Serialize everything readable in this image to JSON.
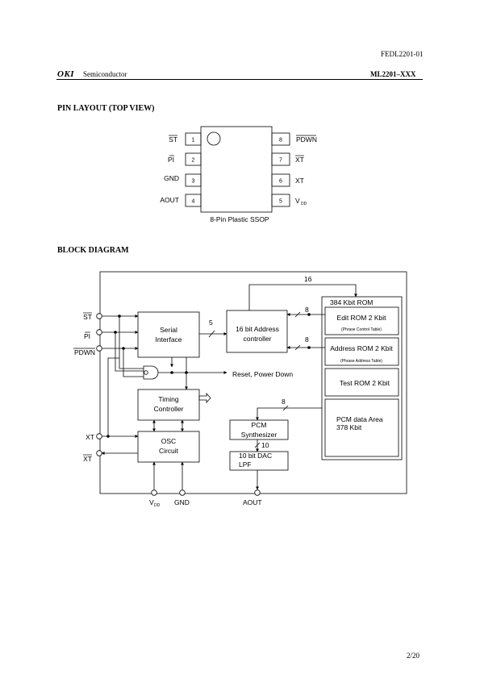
{
  "header": {
    "doc_code": "FEDL2201-01",
    "brand": "OKI",
    "division": "Semiconductor",
    "part_number": "ML2201–XXX"
  },
  "pin_layout": {
    "heading": "PIN LAYOUT (TOP VIEW)",
    "package_caption": "8-Pin Plastic SSOP",
    "left_pins": [
      {
        "num": "1",
        "name": "ST",
        "overbar": true
      },
      {
        "num": "2",
        "name": "PI",
        "overbar": true
      },
      {
        "num": "3",
        "name": "GND",
        "overbar": false
      },
      {
        "num": "4",
        "name": "AOUT",
        "overbar": false
      }
    ],
    "right_pins": [
      {
        "num": "8",
        "name": "PDWN",
        "overbar": true
      },
      {
        "num": "7",
        "name": "XT",
        "overbar": true
      },
      {
        "num": "6",
        "name": "XT",
        "overbar": false
      },
      {
        "num": "5",
        "name": "V",
        "sub": "DD",
        "overbar": false
      }
    ]
  },
  "block_diagram": {
    "heading": "BLOCK DIAGRAM",
    "inputs": {
      "st": "ST",
      "pi": "PI",
      "pdwn": "PDWN",
      "xt": "XT",
      "xt_bar": "XT"
    },
    "bottom": {
      "vdd_main": "V",
      "vdd_sub": "DD",
      "gnd": "GND",
      "aout": "AOUT"
    },
    "blocks": {
      "serial_1": "Serial",
      "serial_2": "Interface",
      "addr_1": "16 bit Address",
      "addr_2": "controller",
      "timing_1": "Timing",
      "timing_2": "Controller",
      "osc_1": "OSC",
      "osc_2": "Circuit",
      "pcm_1": "PCM",
      "pcm_2": "Synthesizer",
      "dac_1": "10 bit DAC",
      "dac_2": "LPF",
      "rom_title": "384 Kbit ROM",
      "edit_rom": "Edit ROM 2 Kbit",
      "edit_note": "(Phrase Control Table)",
      "addr_rom": "Address ROM 2 Kbit",
      "addr_note": "(Phrase Address Table)",
      "test_rom": "Test ROM 2 Kbit",
      "pcm_area_1": "PCM data Area",
      "pcm_area_2": "378 Kbit"
    },
    "bus_labels": {
      "b16": "16",
      "b8_edit": "8",
      "b5": "5",
      "b8_addr": "8",
      "b8_pcm": "8",
      "b10": "10"
    },
    "reset_label": "Reset, Power Down"
  },
  "footer": {
    "page": "2/20"
  }
}
